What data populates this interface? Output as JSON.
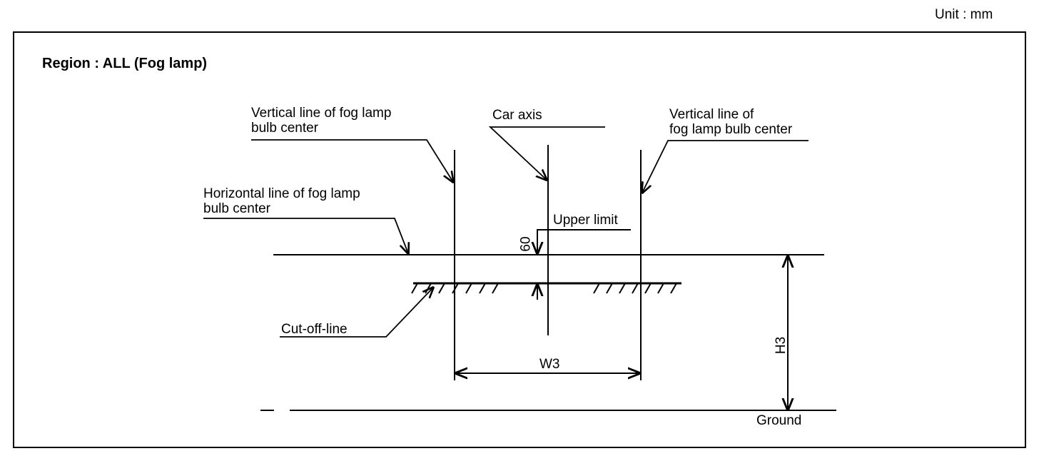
{
  "unit_label": "Unit : mm",
  "region_label": "Region : ALL (Fog lamp)",
  "labels": {
    "vertical_left_line1": "Vertical line of fog lamp",
    "vertical_left_line2": "bulb center",
    "car_axis": "Car axis",
    "vertical_right_line1": "Vertical line of",
    "vertical_right_line2": "fog lamp bulb center",
    "horizontal_line1": "Horizontal line of fog lamp",
    "horizontal_line2": "bulb center",
    "upper_limit": "Upper limit",
    "dim_60": "60",
    "cut_off_line": "Cut-off-line",
    "w3": "W3",
    "h3": "H3",
    "ground": "Ground"
  }
}
